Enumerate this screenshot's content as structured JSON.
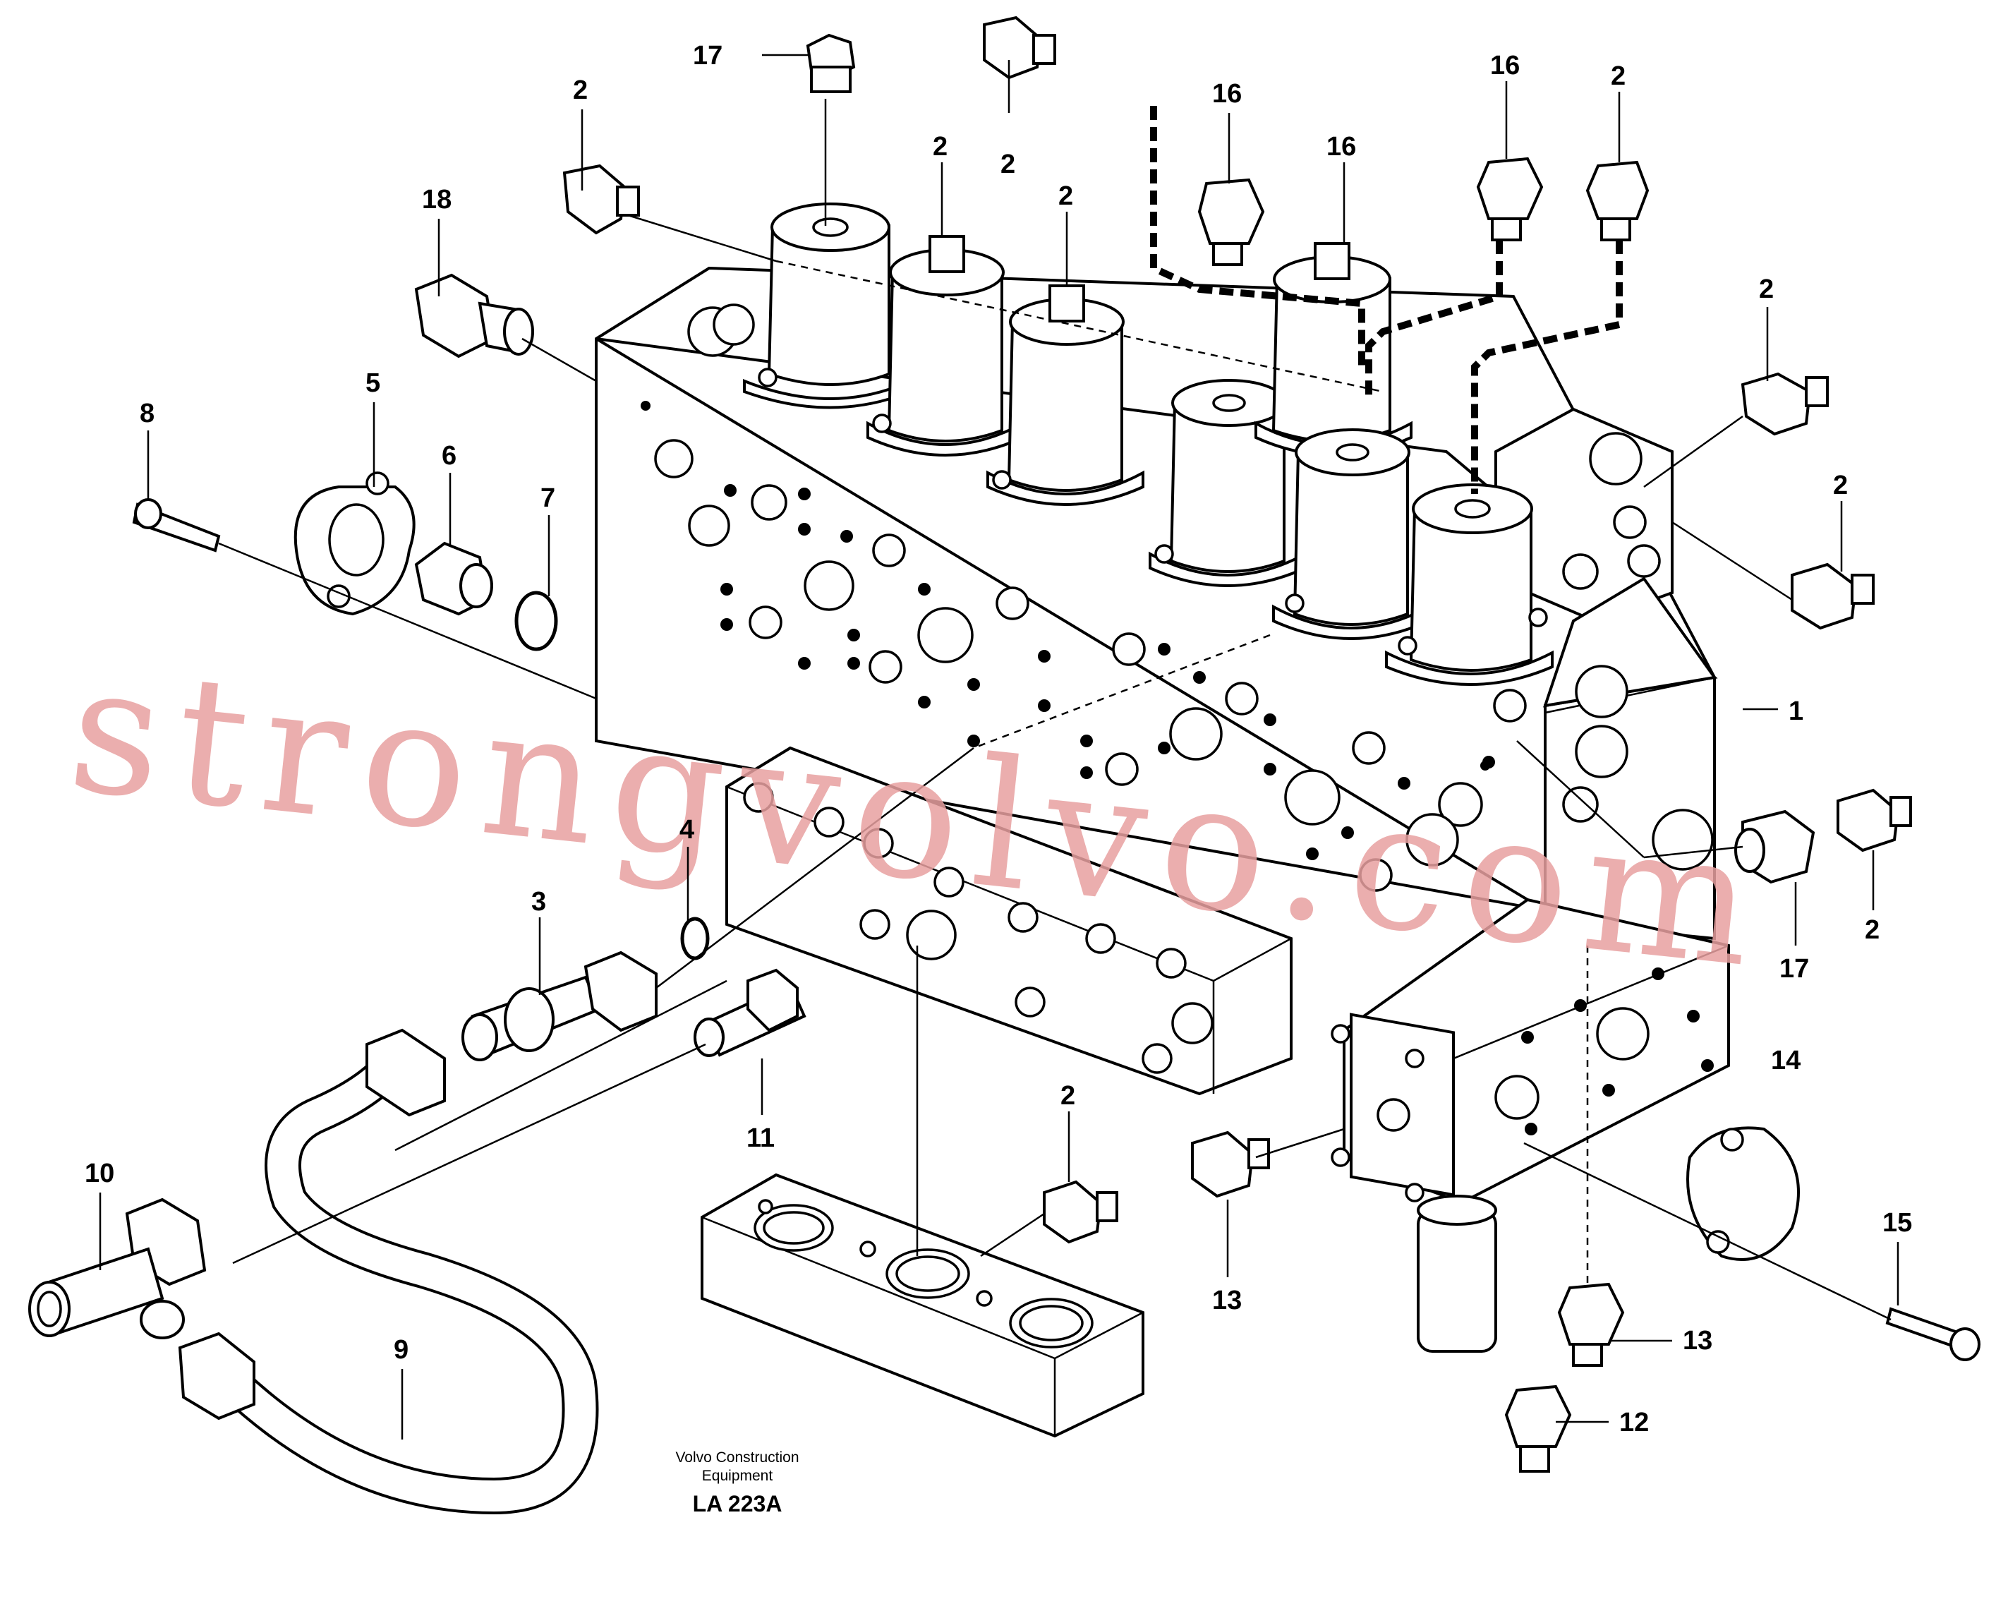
{
  "diagram": {
    "watermark": {
      "text": "strongvolvo.com",
      "color": "#e8a0a0"
    },
    "caption": {
      "publisher_line1": "Volvo Construction",
      "publisher_line2": "Equipment",
      "code": "LA 223A"
    },
    "callouts": [
      "1",
      "2",
      "3",
      "4",
      "5",
      "6",
      "7",
      "8",
      "9",
      "10",
      "11",
      "12",
      "13",
      "14",
      "15",
      "16",
      "17",
      "18"
    ]
  }
}
